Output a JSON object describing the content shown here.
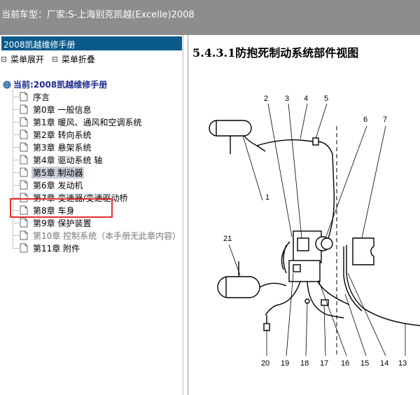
{
  "window": {
    "title_prefix": "当前车型：",
    "title_value": "厂家:S-上海别克凯越(Excelle)2008"
  },
  "left_pane": {
    "book_title": "2008凯越维修手册",
    "expand_label": "菜单展开",
    "collapse_label": "菜单折叠",
    "current_label": "当前:2008凯越维修手册",
    "items": [
      {
        "label": "序言"
      },
      {
        "label": "第0章 一般信息"
      },
      {
        "label": "第1章 暖风、通风和空调系统"
      },
      {
        "label": "第2章 转向系统"
      },
      {
        "label": "第3章 悬架系统"
      },
      {
        "label": "第4章 驱动系统 轴"
      },
      {
        "label": "第5章 制动器"
      },
      {
        "label": "第6章 发动机"
      },
      {
        "label": "第7章 变速器/变速驱动桥"
      },
      {
        "label": "第8章 车身"
      },
      {
        "label": "第9章 保护装置"
      },
      {
        "label": "第10章 控制系统（本手册无此章内容）"
      },
      {
        "label": "第11章 附件"
      }
    ]
  },
  "content": {
    "title": "5.4.3.1防抱死制动系统部件视图",
    "callouts": [
      "1",
      "2",
      "3",
      "4",
      "5",
      "6",
      "7",
      "13",
      "14",
      "15",
      "16",
      "17",
      "18",
      "19",
      "20",
      "21"
    ]
  }
}
